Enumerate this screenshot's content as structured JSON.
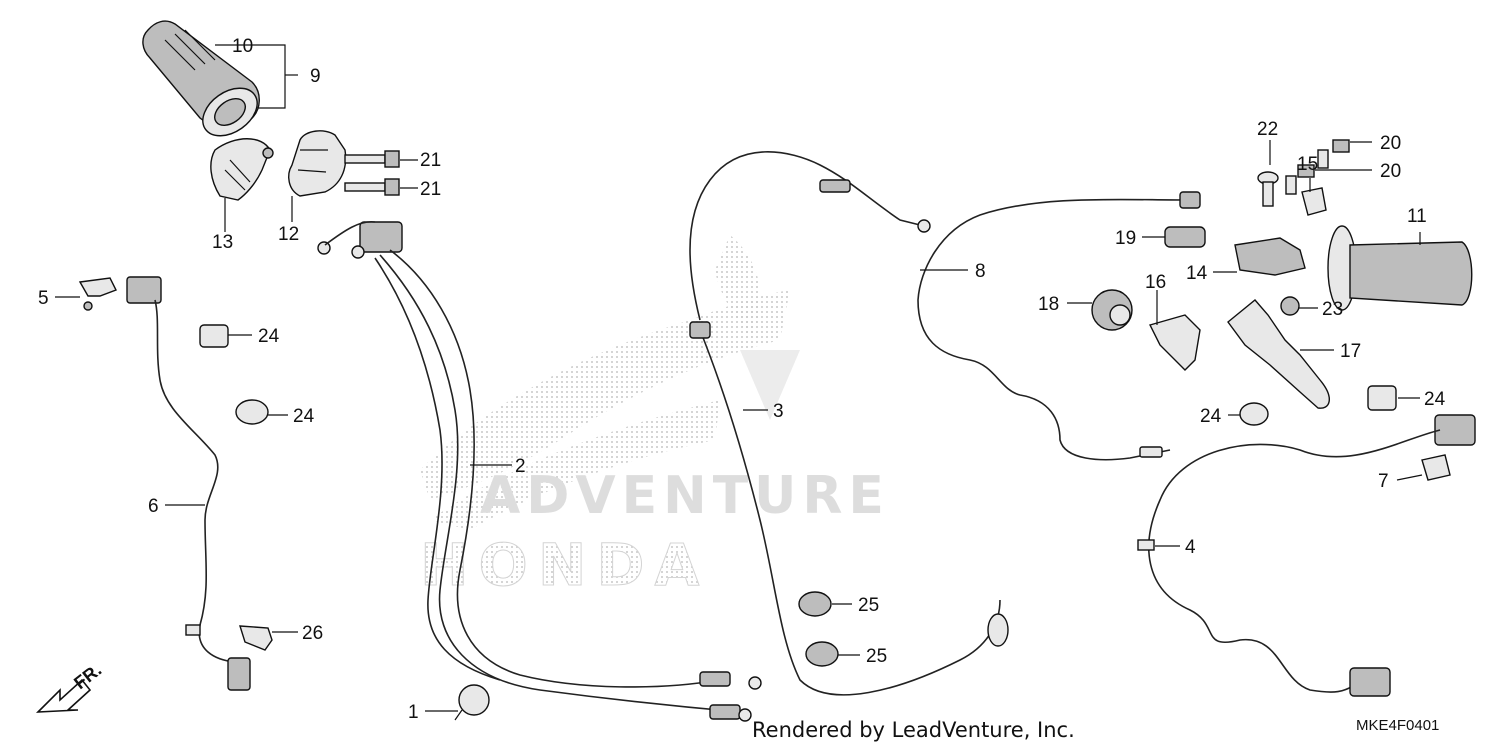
{
  "watermark": {
    "wordmark": "ADVENTURE",
    "brand": "HONDA"
  },
  "footer": {
    "credit": "Rendered by LeadVenture, Inc.",
    "diagram_code": "MKE4F0401"
  },
  "direction": {
    "label": "FR."
  },
  "callouts": {
    "c1": "1",
    "c2": "2",
    "c3": "3",
    "c4": "4",
    "c5": "5",
    "c6": "6",
    "c7": "7",
    "c8": "8",
    "c9": "9",
    "c10": "10",
    "c11": "11",
    "c12": "12",
    "c13": "13",
    "c14": "14",
    "c15": "15",
    "c16": "16",
    "c17": "17",
    "c18": "18",
    "c19": "19",
    "c20a": "20",
    "c20b": "20",
    "c21a": "21",
    "c21b": "21",
    "c22": "22",
    "c23": "23",
    "c24a": "24",
    "c24b": "24",
    "c24c": "24",
    "c24d": "24",
    "c25a": "25",
    "c25b": "25",
    "c26": "26"
  },
  "colors": {
    "line": "#111111",
    "watermark": "#cfcfcf",
    "part_fill": "#e8e8e8"
  }
}
